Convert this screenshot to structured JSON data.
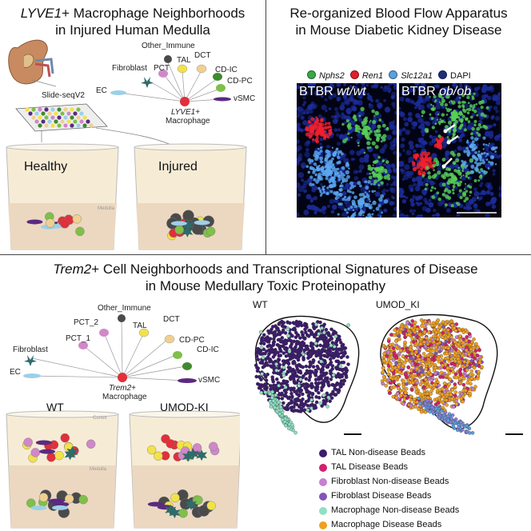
{
  "panel_a": {
    "title_italic": "LYVE1",
    "title_rest": "+ Macrophage Neighborhoods",
    "title_line2": "in Injured Human Medulla",
    "method": "Slide-seqV2",
    "center_italic": "LYVE1",
    "center_rest": "+",
    "center_line2": "Macrophage",
    "neighbors": [
      "Other_Immune",
      "TAL",
      "DCT",
      "CD-IC",
      "CD-PC",
      "vSMC",
      "EC",
      "Fibroblast",
      "PCT"
    ],
    "cups": [
      {
        "label": "Healthy"
      },
      {
        "label": "Injured"
      }
    ],
    "region": "Medulla"
  },
  "panel_b": {
    "title_line1": "Re-organized Blood Flow Apparatus",
    "title_line2": "in Mouse Diabetic Kidney Disease",
    "legend": [
      {
        "name": "Nphs2",
        "color": "#3aa84a"
      },
      {
        "name": "Ren1",
        "color": "#e0202a"
      },
      {
        "name": "Slc12a1",
        "color": "#5aa0e0"
      },
      {
        "name": "DAPI",
        "color": "#1e2f7a"
      }
    ],
    "image_left": {
      "prefix": "BTBR ",
      "genotype": "wt/wt"
    },
    "image_right": {
      "prefix": "BTBR ",
      "genotype": "ob/ob"
    }
  },
  "panel_c": {
    "title_italic": "Trem2",
    "title_rest": "+ Cell Neighborhoods and Transcriptional Signatures of Disease",
    "title_line2": "in Mouse Medullary Toxic Proteinopathy",
    "center_italic": "Trem2",
    "center_rest": "+",
    "center_line2": "Macrophage",
    "neighbors": [
      "Other_Immune",
      "PCT_2",
      "TAL",
      "DCT",
      "PCT_1",
      "CD-PC",
      "CD-IC",
      "Fibroblast",
      "EC",
      "vSMC"
    ],
    "cups": [
      {
        "label": "WT"
      },
      {
        "label": "UMOD-KI"
      }
    ],
    "cup_region_top": "Cortex",
    "cup_region_bottom": "Medulla",
    "maps": [
      {
        "label": "WT"
      },
      {
        "label": "UMOD_KI"
      }
    ],
    "bead_legend": [
      {
        "label": "TAL Non-disease Beads",
        "color": "#3b1a6e"
      },
      {
        "label": "TAL Disease Beads",
        "color": "#d0206e"
      },
      {
        "label": "Fibroblast Non-disease Beads",
        "color": "#c77fcf"
      },
      {
        "label": "Fibroblast Disease Beads",
        "color": "#7f57b8"
      },
      {
        "label": "Macrophage Non-disease Beads",
        "color": "#8fe0c4"
      },
      {
        "label": "Macrophage Disease Beads",
        "color": "#f0a020"
      }
    ]
  },
  "colors": {
    "macrophage": "#e0303a",
    "tal": "#f2e24a",
    "dct": "#f0d090",
    "cd_ic": "#3f8a2e",
    "cd_pc": "#7fbf4a",
    "vsmc": "#5a2a80",
    "ec": "#9cd0e8",
    "fibroblast": "#2f6b6a",
    "pct": "#d088c8",
    "other_immune": "#4a4a4a"
  }
}
